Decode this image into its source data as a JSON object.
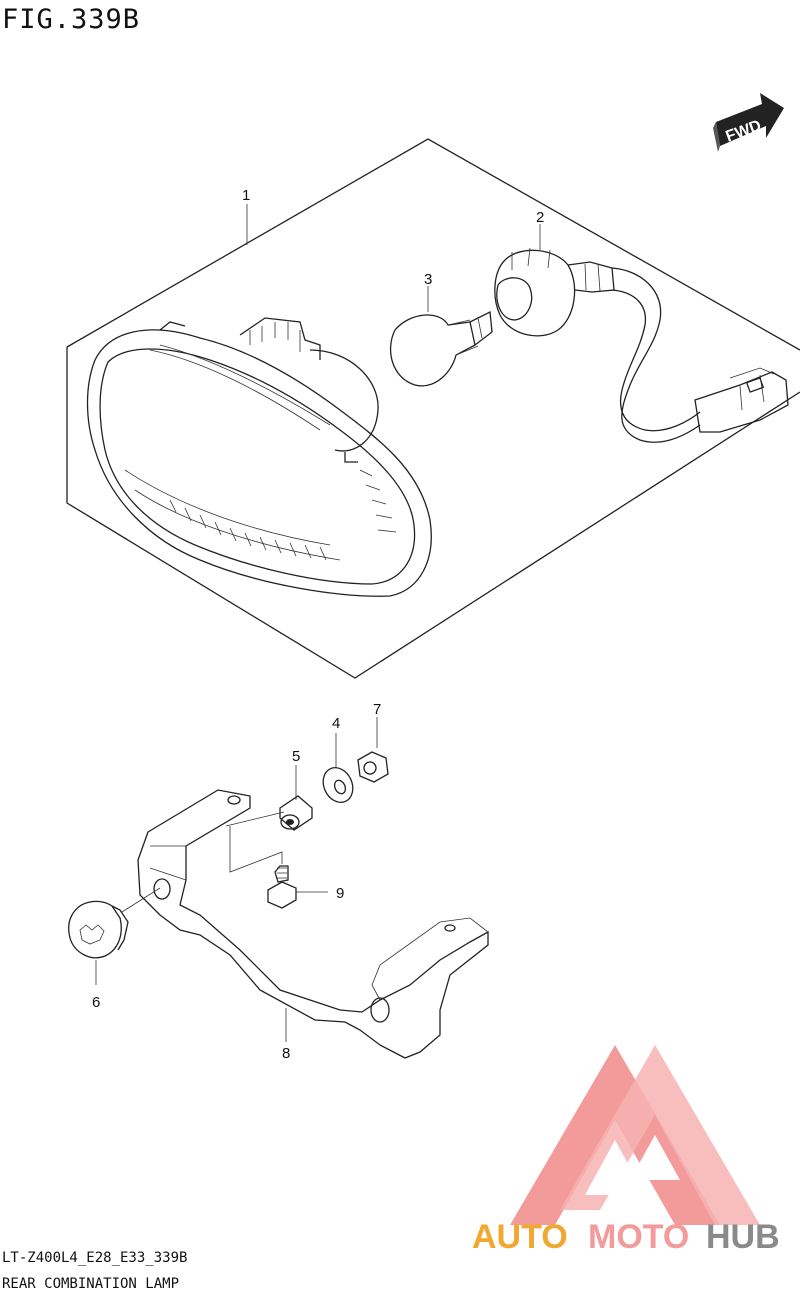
{
  "figure": {
    "title": "FIG.339B"
  },
  "direction_marker": {
    "label": "FWD",
    "icon": "forward-arrow-icon"
  },
  "parts": [
    {
      "number": "1"
    },
    {
      "number": "2"
    },
    {
      "number": "3"
    },
    {
      "number": "4"
    },
    {
      "number": "5"
    },
    {
      "number": "6"
    },
    {
      "number": "7"
    },
    {
      "number": "8"
    },
    {
      "number": "9"
    }
  ],
  "watermark": {
    "brand": "AUTOMOTOHUB",
    "parts": [
      "AUTO",
      "MOTO",
      "HUB"
    ],
    "colors": {
      "auto": "#f0a830",
      "moto": "#f39a9a",
      "hub": "#8a8a8a",
      "triangle": "#f28a8a"
    }
  },
  "footer": {
    "model_code": "LT-Z400L4_E28_E33_339B",
    "assembly_name": "REAR COMBINATION LAMP"
  }
}
